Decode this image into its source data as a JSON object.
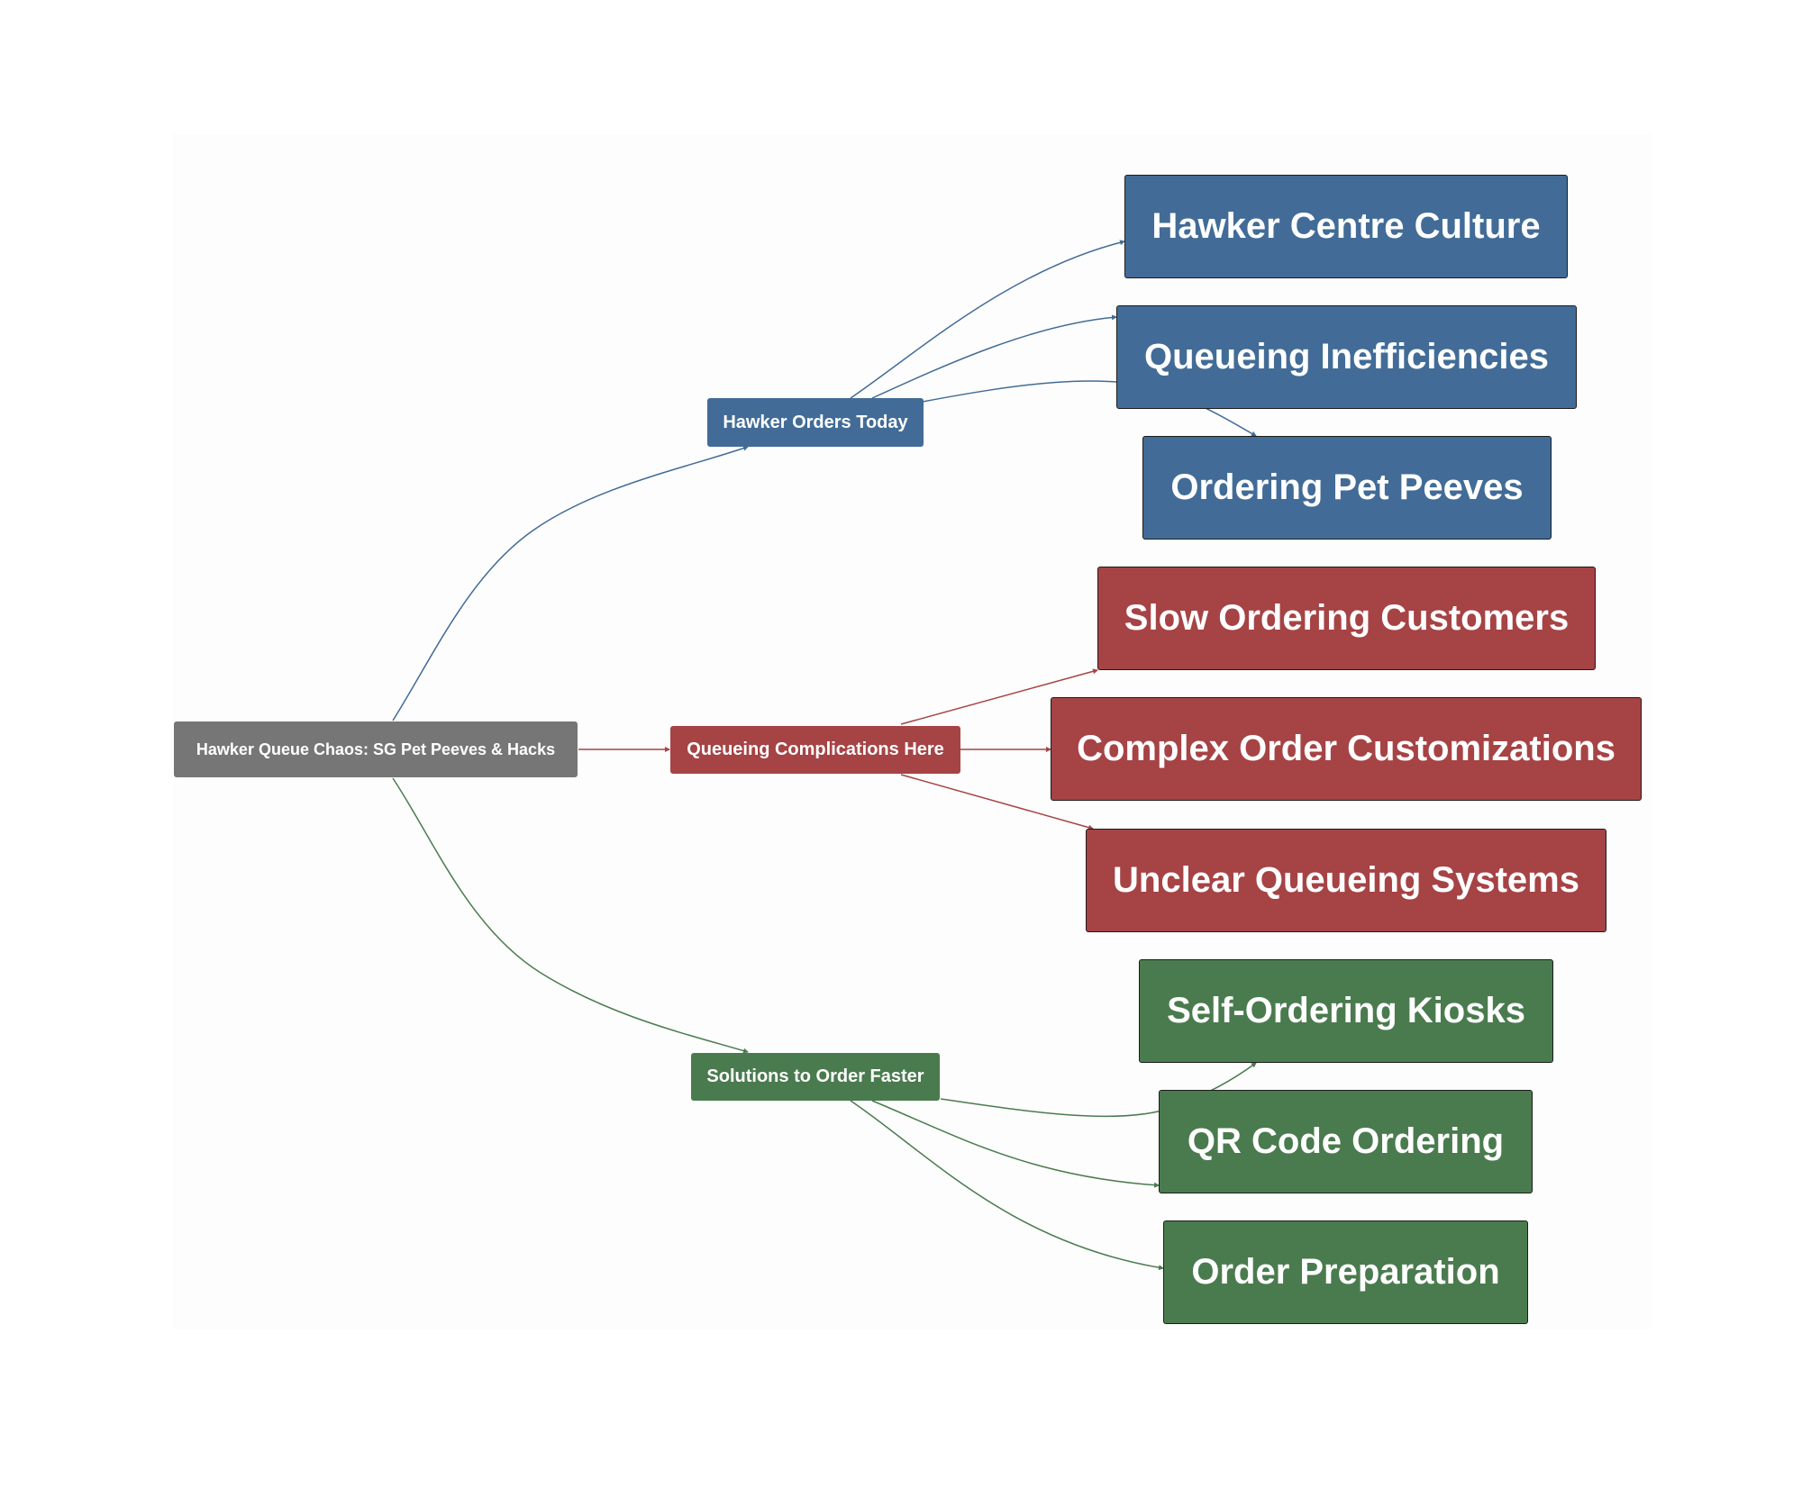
{
  "colors": {
    "root": "#767676",
    "blue": "#426c97",
    "red": "#a64345",
    "green": "#4a7b4e",
    "background": "#fdfdfd"
  },
  "root": {
    "label": "Hawker Queue Chaos: SG Pet Peeves & Hacks"
  },
  "branches": [
    {
      "id": "orders",
      "label": "Hawker Orders Today",
      "color": "blue",
      "children": [
        {
          "label": "Hawker Centre Culture"
        },
        {
          "label": "Queueing Inefficiencies"
        },
        {
          "label": "Ordering Pet Peeves"
        }
      ]
    },
    {
      "id": "complications",
      "label": "Queueing Complications Here",
      "color": "red",
      "children": [
        {
          "label": "Slow Ordering Customers"
        },
        {
          "label": "Complex Order Customizations"
        },
        {
          "label": "Unclear Queueing Systems"
        }
      ]
    },
    {
      "id": "solutions",
      "label": "Solutions to Order Faster",
      "color": "green",
      "children": [
        {
          "label": "Self-Ordering Kiosks"
        },
        {
          "label": "QR Code Ordering"
        },
        {
          "label": "Order Preparation"
        }
      ]
    }
  ]
}
